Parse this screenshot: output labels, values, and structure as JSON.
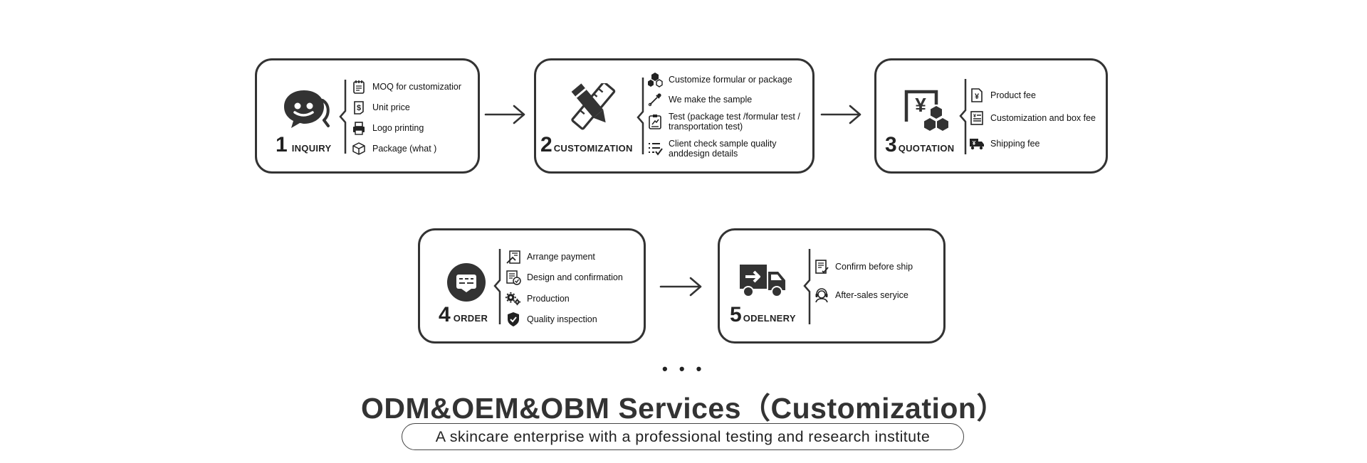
{
  "steps": [
    {
      "number": "1",
      "name": "INQUIRY",
      "icon": "chat-bubble-icon",
      "items": [
        {
          "icon": "notepad-icon",
          "text": "MOQ for customizatior"
        },
        {
          "icon": "dollar-doc-icon",
          "text": "Unit price"
        },
        {
          "icon": "printer-icon",
          "text": "Logo printing"
        },
        {
          "icon": "box-icon",
          "text": "Package (what )"
        }
      ]
    },
    {
      "number": "2",
      "name": "CUSTOMIZATION",
      "icon": "pencil-ruler-icon",
      "items": [
        {
          "icon": "hexagons-icon",
          "text": "Customize formular or package"
        },
        {
          "icon": "pipette-icon",
          "text": "We make the sample"
        },
        {
          "icon": "test-doc-icon",
          "text": "Test (package test /formular test / transportation test)"
        },
        {
          "icon": "checklist-icon",
          "text": "Client check sample quality anddesign details"
        }
      ]
    },
    {
      "number": "3",
      "name": "QUOTATION",
      "icon": "yen-cubes-icon",
      "items": [
        {
          "icon": "yen-doc-icon",
          "text": "Product fee"
        },
        {
          "icon": "yen-list-icon",
          "text": "Customization and box fee"
        },
        {
          "icon": "shipping-truck-icon",
          "text": "Shipping fee"
        }
      ]
    },
    {
      "number": "4",
      "name": "ORDER",
      "icon": "order-circle-icon",
      "items": [
        {
          "icon": "payment-icon",
          "text": "Arrange payment"
        },
        {
          "icon": "design-check-icon",
          "text": "Design and confirmation"
        },
        {
          "icon": "gears-icon",
          "text": "Production"
        },
        {
          "icon": "shield-check-icon",
          "text": "Quality inspection"
        }
      ]
    },
    {
      "number": "5",
      "name": "ODELNERY",
      "icon": "delivery-truck-icon",
      "items": [
        {
          "icon": "confirm-doc-icon",
          "text": "Confirm before ship"
        },
        {
          "icon": "support-agent-icon",
          "text": "After-sales seryice"
        }
      ]
    }
  ],
  "dots": "• • •",
  "title": "ODM&OEM&OBM Services（Customization）",
  "subtitle": "A skincare enterprise with a professional testing and research institute"
}
